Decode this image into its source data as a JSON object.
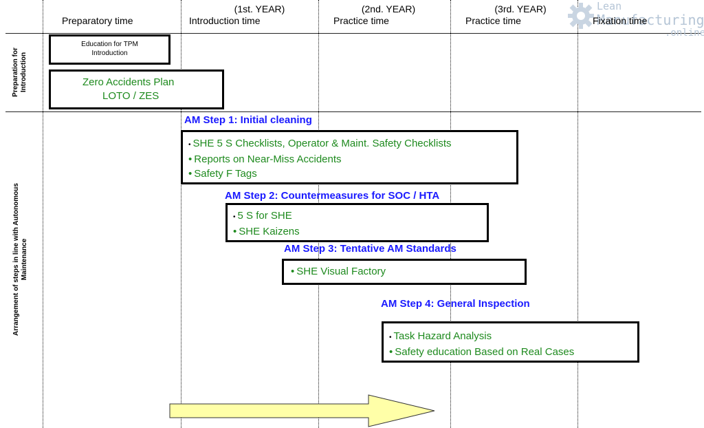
{
  "columns": [
    {
      "year": "",
      "phase": "Preparatory time"
    },
    {
      "year": "(1st. YEAR)",
      "phase": "Introduction time"
    },
    {
      "year": "(2nd. YEAR)",
      "phase": "Practice time"
    },
    {
      "year": "(3rd. YEAR)",
      "phase": "Practice time"
    },
    {
      "year": "",
      "phase": "Fixation time"
    }
  ],
  "rows": [
    {
      "label_line1": "Preparation for",
      "label_line2": "Introduction"
    },
    {
      "label_line1": "Arrangement of steps in line with Autonomous",
      "label_line2": "Maintenance"
    }
  ],
  "prep_boxes": [
    {
      "line1": "Education for TPM",
      "line2": "Introduction"
    },
    {
      "line1": "Zero Accidents Plan",
      "line2": "LOTO / ZES"
    }
  ],
  "steps": [
    {
      "title": "AM Step 1: Initial cleaning",
      "items": [
        "SHE 5 S Checklists, Operator & Maint. Safety Checklists",
        "Reports on Near-Miss Accidents",
        "Safety F Tags"
      ]
    },
    {
      "title": "AM Step 2: Countermeasures for SOC / HTA",
      "items": [
        "5 S for SHE",
        "SHE Kaizens"
      ]
    },
    {
      "title": "AM Step 3: Tentative AM Standards",
      "items": [
        "SHE Visual Factory"
      ]
    },
    {
      "title": "AM Step 4: General Inspection",
      "items": [
        "Task Hazard Analysis",
        "Safety education Based on Real Cases"
      ]
    }
  ],
  "logo": {
    "line1": "Lean",
    "line2": "Manufacturing",
    "line3": ".online"
  },
  "colors": {
    "step_title": "#1a1aff",
    "green_text": "#1e8a1e",
    "arrow_fill": "#ffffa8"
  }
}
